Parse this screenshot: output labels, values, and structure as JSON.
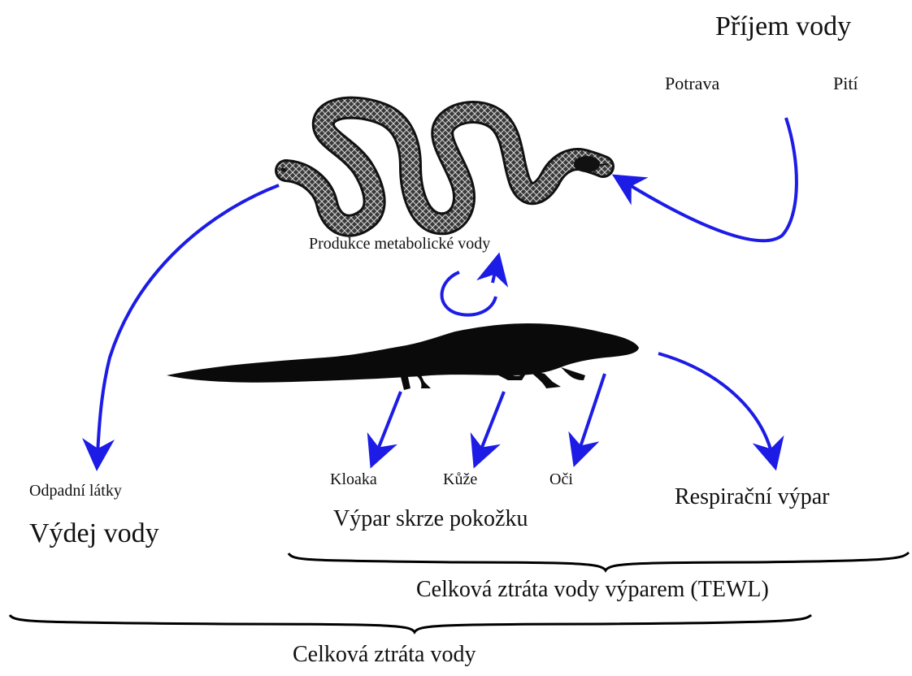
{
  "intake": {
    "title": "Příjem vody",
    "food": "Potrava",
    "drinking": "Pití"
  },
  "metabolic": {
    "label": "Produkce metabolické vody"
  },
  "output": {
    "waste": "Odpadní látky",
    "title": "Výdej vody"
  },
  "skin_evaporation": {
    "cloaca": "Kloaka",
    "skin": "Kůže",
    "eyes": "Oči",
    "title": "Výpar skrze pokožku"
  },
  "respiratory": {
    "label": "Respirační výpar"
  },
  "totals": {
    "tewl": "Celková ztráta vody výparem (TEWL)",
    "total": "Celková ztráta vody"
  },
  "colors": {
    "arrow": "#1c1ce6",
    "silhouette": "#0a0a0a",
    "brace": "#000000"
  },
  "icons": {
    "snake": "snake-icon",
    "lizard": "monitor-lizard-icon"
  }
}
